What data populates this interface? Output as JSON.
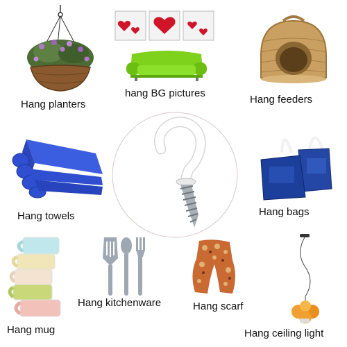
{
  "labels": {
    "planters": "Hang planters",
    "pictures": "hang BG pictures",
    "feeders": "Hang feeders",
    "towels": "Hang towels",
    "bags": "Hang bags",
    "mug": "Hang mug",
    "kitchenware": "Hang kitchenware",
    "scarf": "Hang scarf",
    "ceiling_light": "Hang ceiling light"
  },
  "colors": {
    "towel_blue": "#2f4fd0",
    "sofa_green": "#7fd21b",
    "heart_red": "#d0142a",
    "basket": "#c9a062",
    "bag_blue": "#1c3f9c",
    "hook_white": "#ffffff",
    "screw_silver": "#9aa3aa",
    "utensil_grey": "#9da8b2",
    "lamp_orange": "#f0a030"
  }
}
